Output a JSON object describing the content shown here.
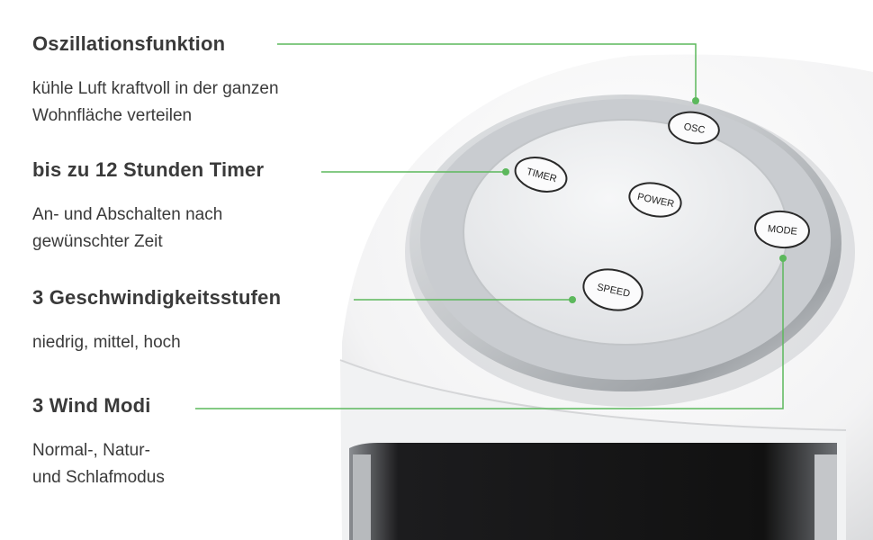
{
  "features": [
    {
      "title": "Oszillationsfunktion",
      "lines": [
        "kühle Luft kraftvoll in der ganzen",
        "Wohnfläche verteilen"
      ]
    },
    {
      "title": "bis zu 12 Stunden Timer",
      "lines": [
        "An- und Abschalten nach",
        "gewünschter Zeit"
      ]
    },
    {
      "title": "3 Geschwindigkeitsstufen",
      "lines": [
        "niedrig, mittel, hoch"
      ]
    },
    {
      "title": "3 Wind Modi",
      "lines": [
        "Normal-, Natur-",
        "und Schlafmodus"
      ]
    }
  ],
  "buttons": {
    "osc": "OSC",
    "timer": "TIMER",
    "power": "POWER",
    "mode": "MODE",
    "speed": "SPEED"
  },
  "colors": {
    "accent": "#5cb85c",
    "text": "#3a3a3a",
    "housing": "#ffffff",
    "ring": "#b9bcc0",
    "panel": "#e9eaec",
    "grille": "#1a1a1a"
  }
}
